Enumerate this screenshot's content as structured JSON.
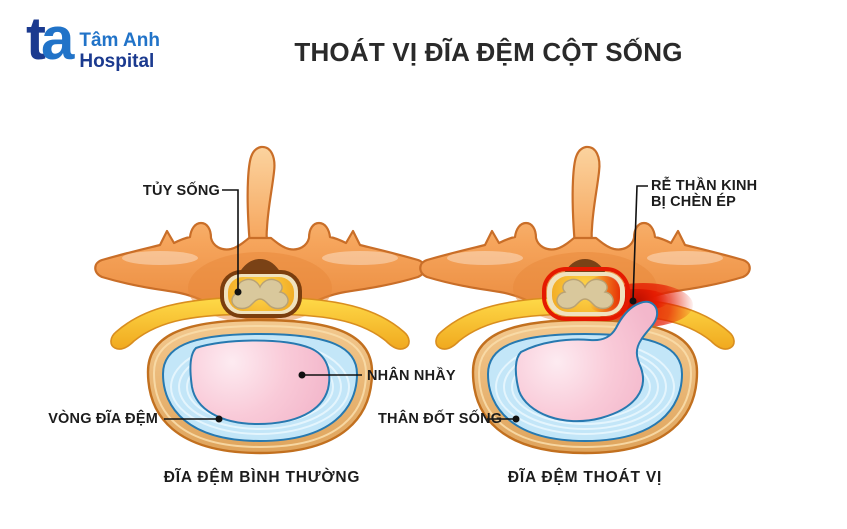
{
  "header": {
    "logo": {
      "mark_t": "t",
      "mark_a": "a",
      "name_line1": "Tâm Anh",
      "name_line2": "Hospital"
    },
    "title": "THOÁT VỊ ĐĨA ĐỆM CỘT SỐNG"
  },
  "figure": {
    "normal": {
      "caption": "ĐĨA ĐỆM BÌNH THƯỜNG",
      "labels": {
        "spinal_cord": "TỦY SỐNG",
        "nucleus_pulposus": "NHÂN NHẦY",
        "disc_annulus": "VÒNG ĐĨA ĐỆM"
      }
    },
    "herniated": {
      "caption": "ĐĨA ĐỆM THOÁT VỊ",
      "labels": {
        "compressed_nerve_line1": "RỄ THẦN KINH",
        "compressed_nerve_line2": "BỊ CHÈN ÉP",
        "vertebral_body": "THÂN ĐỐT SỐNG"
      }
    }
  },
  "colors": {
    "logo_navy": "#1B3A8F",
    "logo_blue": "#2173C8",
    "title_text": "#2A2A2A",
    "label_text": "#1C1C1C",
    "leader_line": "#111111",
    "vertebra_light": "#FBD4A0",
    "vertebra_mid": "#F6A55C",
    "vertebra_deep": "#E8873A",
    "vertebra_outline": "#C96E28",
    "canal_dark": "#7A4216",
    "nerve_yellow": "#FFDC4A",
    "nerve_yellow_deep": "#F0A81E",
    "nerve_outline": "#D98E1F",
    "cord_ring_dark": "#7B3E0E",
    "cord_cream": "#F0E2BE",
    "cord_gold": "#FFD84D",
    "cord_gold_deep": "#EFA31C",
    "gray_matter": "#D9C89C",
    "gray_matter_outline": "#B9A274",
    "disc_tan_top": "#F3C98F",
    "disc_tan_bottom": "#DFA45C",
    "disc_tan_light": "#F8DCA8",
    "disc_tan_outline": "#C2701F",
    "annulus_blue": "#C3E6F8",
    "annulus_line": "#EAF7FE",
    "annulus_outline": "#2779B0",
    "nucleus_highlight": "#FDEBF1",
    "nucleus_pink": "#F9CAD8",
    "nucleus_pink_deep": "#F3B7CB",
    "inflammation_red": "#E51A00",
    "inflammation_red_dark": "#B80E00"
  }
}
